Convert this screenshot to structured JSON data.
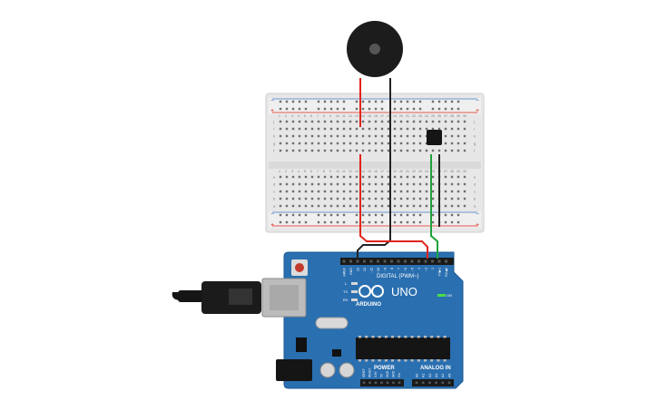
{
  "breadboard": {
    "rail_plus": "+",
    "rail_minus": "−",
    "column_labels": [
      "1",
      "2",
      "3",
      "4",
      "5",
      "6",
      "7",
      "8",
      "9",
      "10",
      "11",
      "12",
      "13",
      "14",
      "15",
      "16",
      "17",
      "18",
      "19",
      "20",
      "21",
      "22",
      "23",
      "24",
      "25",
      "26",
      "27",
      "28",
      "29",
      "30"
    ],
    "row_labels_top": [
      "j",
      "i",
      "h",
      "g",
      "f"
    ],
    "row_labels_bottom": [
      "e",
      "d",
      "c",
      "b",
      "a"
    ]
  },
  "arduino": {
    "brand": "ARDUINO",
    "model": "UNO",
    "digital_header": "DIGITAL (PWM~)",
    "analog_header": "ANALOG IN",
    "power_header": "POWER",
    "on_label": "ON",
    "tx_label": "TX",
    "rx_label": "RX",
    "l_label": "L",
    "digital_pins": [
      "AREF",
      "GND",
      "13",
      "12",
      "~11",
      "~10",
      "~9",
      "8",
      "7",
      "~6",
      "~5",
      "4",
      "~3",
      "2",
      "TX▶1",
      "RX◀0"
    ],
    "power_pins": [
      "IOREF",
      "RESET",
      "3.3V",
      "5V",
      "GND",
      "GND",
      "Vin"
    ],
    "analog_pins": [
      "A0",
      "A1",
      "A2",
      "A3",
      "A4",
      "A5"
    ]
  },
  "colors": {
    "board_blue": "#2a6fb0",
    "wire_red": "#e0241b",
    "wire_black": "#222222",
    "wire_green": "#1ea33a",
    "breadboard": "#e7e7e7"
  }
}
